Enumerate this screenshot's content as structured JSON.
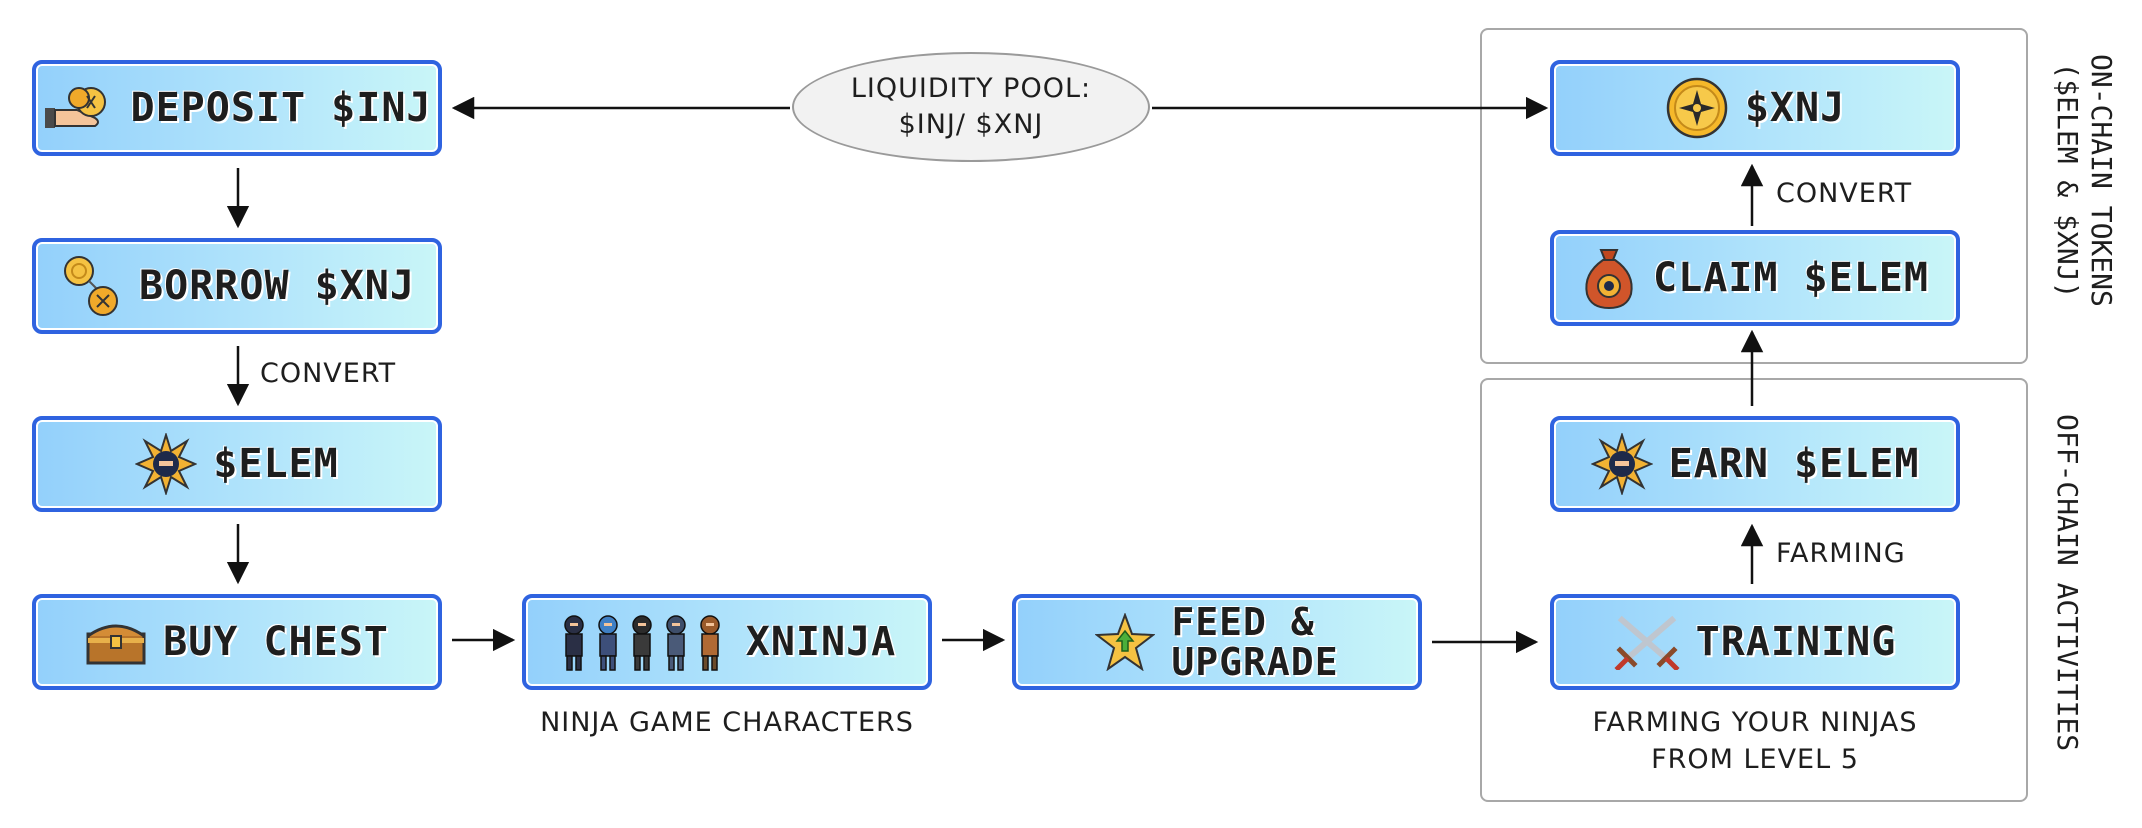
{
  "boxes": {
    "deposit": "DEPOSIT $INJ",
    "borrow": "BORROW $XNJ",
    "elem": "$ELEM",
    "buy_chest": "BUY CHEST",
    "xninja": "XNINJA",
    "feed_line1": "FEED &",
    "feed_line2": "UPGRADE",
    "training": "TRAINING",
    "earn": "EARN $ELEM",
    "claim": "CLAIM $ELEM",
    "xnj": "$XNJ"
  },
  "edges": {
    "borrow_to_elem": "CONVERT",
    "claim_to_xnj": "CONVERT",
    "training_to_earn": "FARMING"
  },
  "pool": {
    "line1": "LIQUIDITY POOL:",
    "line2": "$INJ/ $XNJ"
  },
  "captions": {
    "xninja": "NINJA GAME CHARACTERS",
    "training_line1": "FARMING YOUR NINJAS",
    "training_line2": "FROM LEVEL 5"
  },
  "groups": {
    "onchain_line1": "ON-CHAIN TOKENS",
    "onchain_line2": "($ELEM & $XNJ)",
    "offchain": "OFF-CHAIN ACTIVITIES"
  },
  "colors": {
    "box_border": "#2f63e0",
    "box_fill_start": "#93d0fb",
    "box_fill_end": "#c9f6f8",
    "frame": "#a8a8a8"
  }
}
